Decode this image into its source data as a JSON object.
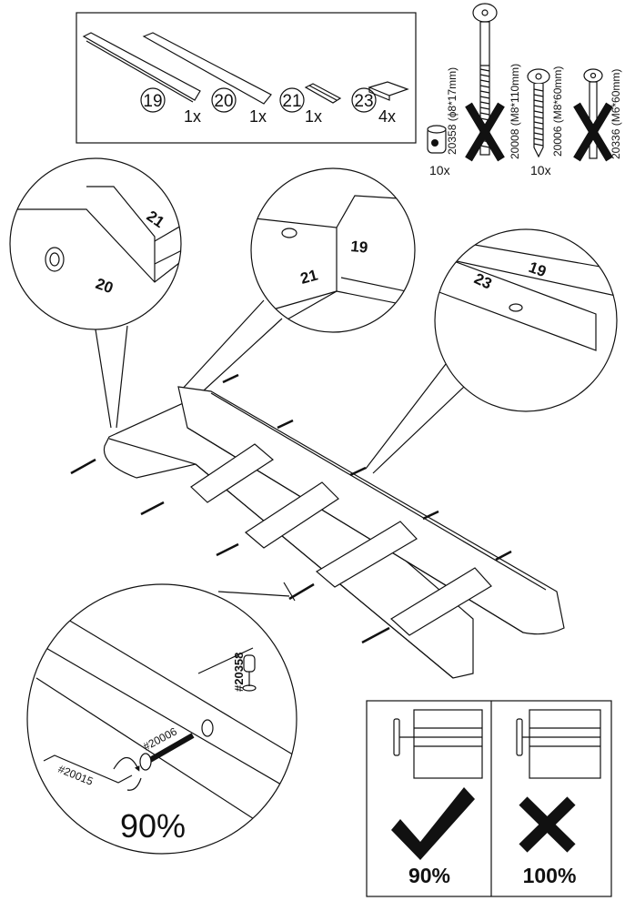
{
  "parts": [
    {
      "number": "19",
      "qty": "1x"
    },
    {
      "number": "20",
      "qty": "1x"
    },
    {
      "number": "21",
      "qty": "1x"
    },
    {
      "number": "23",
      "qty": "4x"
    }
  ],
  "hardware": [
    {
      "label": "20358 (ϕ8*17mm)",
      "qty": "10x",
      "crossed": false
    },
    {
      "label": "20008 (M8*110mm)",
      "qty": "",
      "crossed": true
    },
    {
      "label": "20006 (M8*60mm)",
      "qty": "10x",
      "crossed": false
    },
    {
      "label": "20336 (M6*60mm)",
      "qty": "",
      "crossed": true
    }
  ],
  "details": {
    "left": {
      "labels": [
        "21",
        "20"
      ]
    },
    "middle": {
      "labels": [
        "19",
        "21"
      ]
    },
    "right": {
      "labels": [
        "19",
        "23"
      ]
    },
    "bottom": {
      "nut": "#20358",
      "bolt": "#20006",
      "key": "#20015",
      "tighten": "90%"
    }
  },
  "check_box": {
    "good": "90%",
    "bad": "100%"
  }
}
